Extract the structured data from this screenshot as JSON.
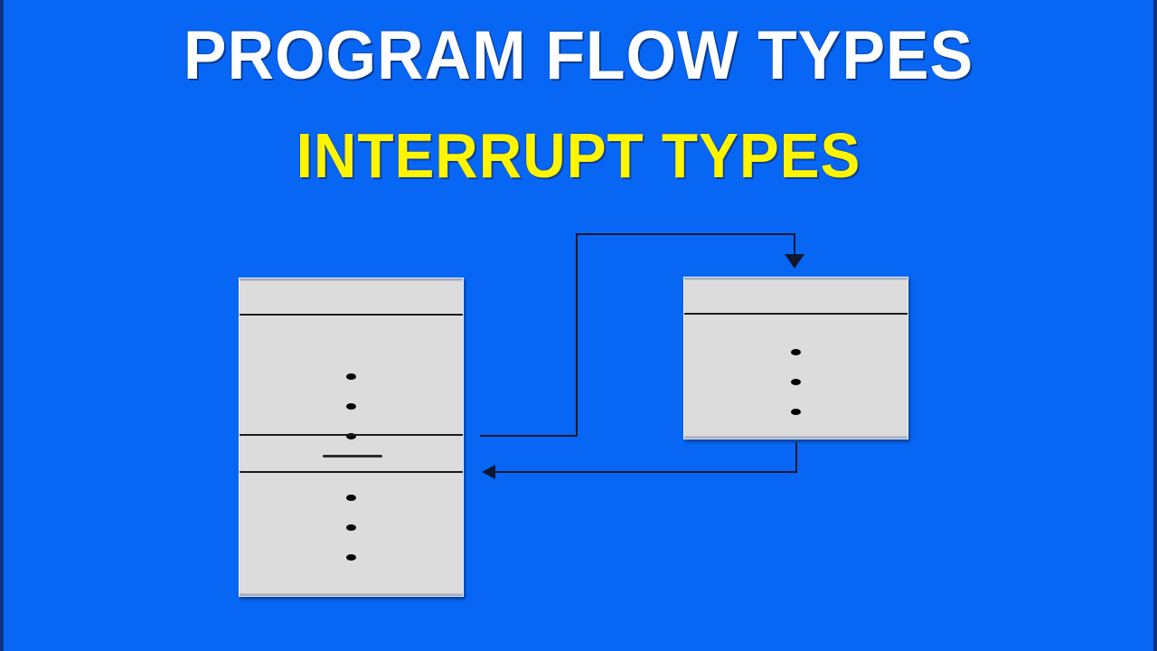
{
  "slide": {
    "background_color": "#0866F5",
    "title": "PROGRAM FLOW TYPES",
    "title_color": "#FFFFFF",
    "subtitle": "INTERRUPT TYPES",
    "subtitle_color": "#FFF500"
  },
  "diagram": {
    "main_program": {
      "label": "",
      "sections": [
        {
          "name": "header",
          "content": ""
        },
        {
          "name": "instructions-before",
          "content": "",
          "dots": 3
        },
        {
          "name": "interrupted-instruction",
          "content": ""
        },
        {
          "name": "instructions-after",
          "content": "",
          "dots": 3
        }
      ]
    },
    "interrupt_handler": {
      "label": "",
      "sections": [
        {
          "name": "header",
          "content": ""
        },
        {
          "name": "handler-body",
          "content": "",
          "dots": 3
        }
      ]
    },
    "connectors": [
      {
        "name": "interrupt-branch",
        "direction": "down",
        "from": "main-program",
        "to": "interrupt-handler"
      },
      {
        "name": "return-branch",
        "direction": "left",
        "from": "interrupt-handler",
        "to": "main-program"
      }
    ],
    "box_fill_color": "#DCDCDC",
    "line_color": "#11182E"
  }
}
